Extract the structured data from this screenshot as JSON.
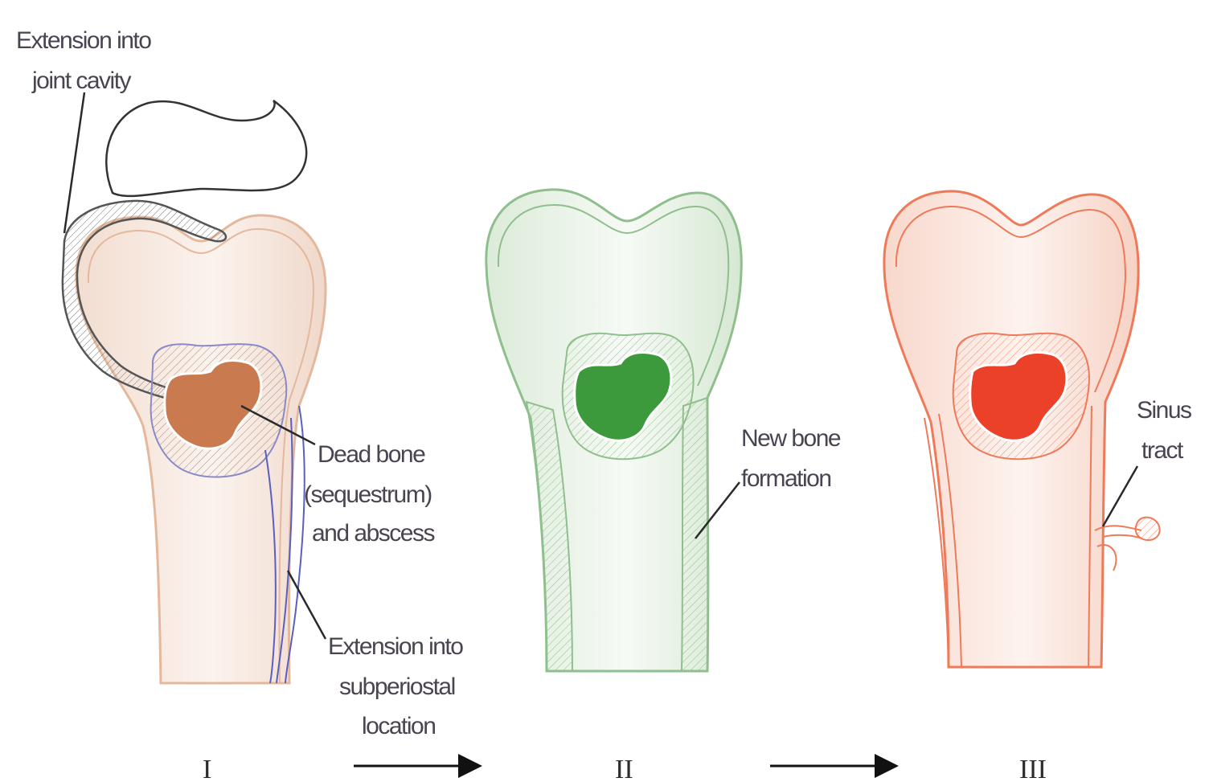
{
  "colors": {
    "stage1_outline": "#e4b89c",
    "stage1_sequestrum": "#c97b4f",
    "stage1_joint_extension": "#555555",
    "stage1_subperiosteal": "#5a5fc0",
    "stage2_outline": "#8fbf8c",
    "stage2_sequestrum": "#3c9a3c",
    "stage3_outline": "#ef7a5a",
    "stage3_sequestrum": "#ea4128",
    "arrow": "#111111"
  },
  "labels": {
    "joint_cavity_line1": "Extension into",
    "joint_cavity_line2": "joint cavity",
    "dead_bone_line1": "Dead bone",
    "dead_bone_line2": "(sequestrum)",
    "dead_bone_line3": "and abscess",
    "subperiosteal_line1": "Extension into",
    "subperiosteal_line2": "subperiostal",
    "subperiosteal_line3": "location",
    "new_bone_line1": "New bone",
    "new_bone_line2": "formation",
    "sinus_line1": "Sinus",
    "sinus_line2": "tract"
  },
  "stages": [
    {
      "numeral": "I"
    },
    {
      "numeral": "II"
    },
    {
      "numeral": "III"
    }
  ]
}
